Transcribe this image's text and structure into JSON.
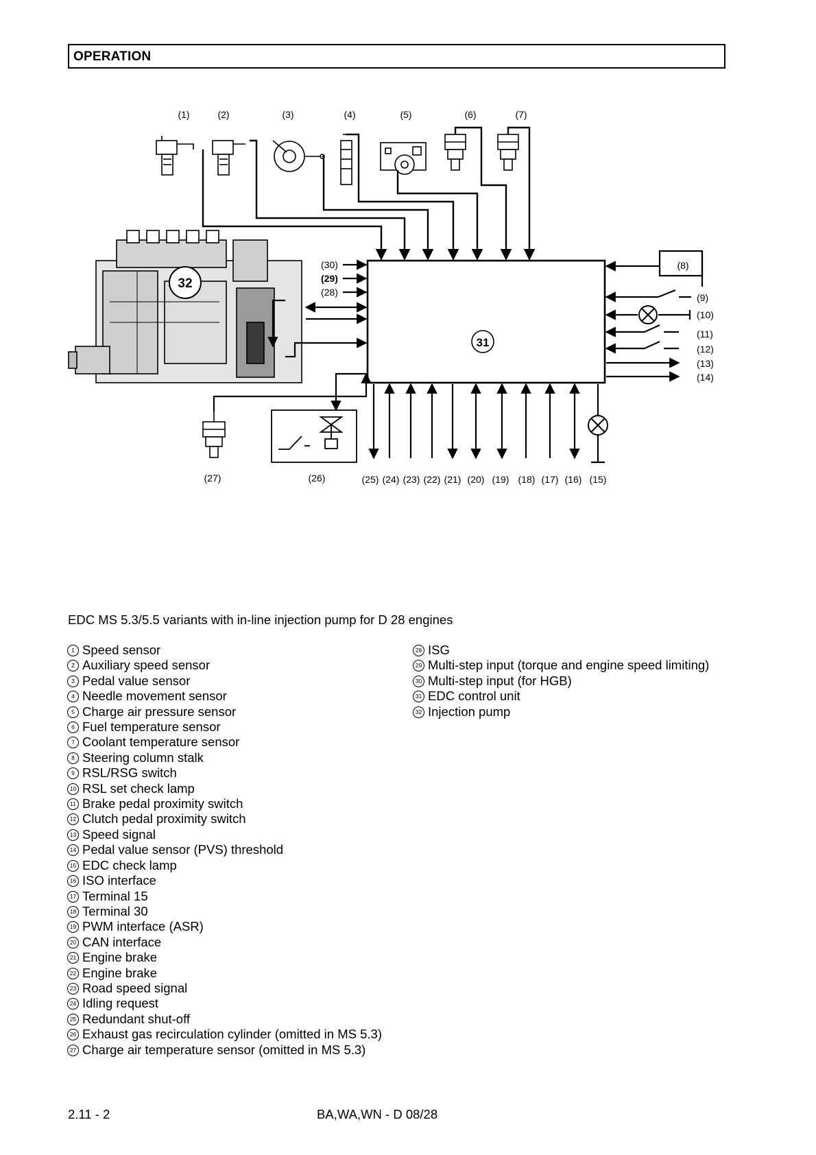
{
  "header": {
    "title": "OPERATION"
  },
  "diagram": {
    "labels": {
      "n1": "(1)",
      "n2": "(2)",
      "n3": "(3)",
      "n4": "(4)",
      "n5": "(5)",
      "n6": "(6)",
      "n7": "(7)",
      "n8": "(8)",
      "n9": "(9)",
      "n10": "(10)",
      "n11": "(11)",
      "n12": "(12)",
      "n13": "(13)",
      "n14": "(14)",
      "n15": "(15)",
      "n16": "(16)",
      "n17": "(17)",
      "n18": "(18)",
      "n19": "(19)",
      "n20": "(20)",
      "n21": "(21)",
      "n22": "(22)",
      "n23": "(23)",
      "n24": "(24)",
      "n25": "(25)",
      "n26": "(26)",
      "n27": "(27)",
      "n28": "(28)",
      "n29": "(29)",
      "n30": "(30)",
      "n31": "31",
      "n32": "32"
    }
  },
  "caption": "EDC MS 5.3/5.5 variants with in-line injection pump for D 28 engines",
  "legend_left": [
    {
      "num": "1",
      "label": "Speed sensor"
    },
    {
      "num": "2",
      "label": "Auxiliary speed sensor"
    },
    {
      "num": "3",
      "label": "Pedal value sensor"
    },
    {
      "num": "4",
      "label": "Needle movement sensor"
    },
    {
      "num": "5",
      "label": "Charge air pressure sensor"
    },
    {
      "num": "6",
      "label": "Fuel temperature sensor"
    },
    {
      "num": "7",
      "label": "Coolant temperature sensor"
    },
    {
      "num": "8",
      "label": "Steering column stalk"
    },
    {
      "num": "9",
      "label": "RSL/RSG switch"
    },
    {
      "num": "10",
      "label": "RSL set check lamp"
    },
    {
      "num": "11",
      "label": "Brake pedal proximity switch"
    },
    {
      "num": "12",
      "label": "Clutch pedal proximity switch"
    },
    {
      "num": "13",
      "label": "Speed signal"
    },
    {
      "num": "14",
      "label": "Pedal value sensor (PVS) threshold"
    },
    {
      "num": "15",
      "label": "EDC check lamp"
    },
    {
      "num": "16",
      "label": "ISO interface"
    },
    {
      "num": "17",
      "label": "Terminal 15"
    },
    {
      "num": "18",
      "label": "Terminal 30"
    },
    {
      "num": "19",
      "label": "PWM interface (ASR)"
    },
    {
      "num": "20",
      "label": "CAN interface"
    },
    {
      "num": "21",
      "label": "Engine brake"
    },
    {
      "num": "22",
      "label": "Engine brake"
    },
    {
      "num": "23",
      "label": "Road speed signal"
    },
    {
      "num": "24",
      "label": "Idling request"
    },
    {
      "num": "25",
      "label": "Redundant shut-off"
    },
    {
      "num": "26",
      "label": "Exhaust gas recirculation cylinder (omitted in MS 5.3)"
    },
    {
      "num": "27",
      "label": "Charge air temperature sensor (omitted in MS 5.3)"
    }
  ],
  "legend_right": [
    {
      "num": "28",
      "label": "ISG"
    },
    {
      "num": "29",
      "label": "Multi-step input (torque and engine speed limiting)"
    },
    {
      "num": "30",
      "label": "Multi-step input (for HGB)"
    },
    {
      "num": "31",
      "label": "EDC control unit"
    },
    {
      "num": "32",
      "label": "Injection pump"
    }
  ],
  "footer": {
    "page": "2.11 - 2",
    "doc_code": "BA,WA,WN - D 08/28"
  }
}
